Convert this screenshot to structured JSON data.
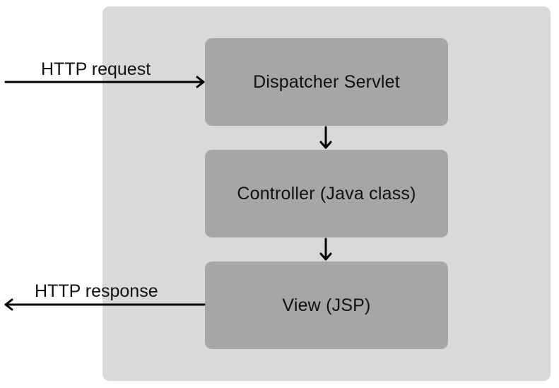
{
  "diagram": {
    "nodes": [
      {
        "id": "dispatcher",
        "label": "Dispatcher Servlet"
      },
      {
        "id": "controller",
        "label": "Controller (Java class)"
      },
      {
        "id": "view",
        "label": "View (JSP)"
      }
    ],
    "edges": [
      {
        "from": "external",
        "to": "dispatcher",
        "label": "HTTP request"
      },
      {
        "from": "dispatcher",
        "to": "controller",
        "label": ""
      },
      {
        "from": "controller",
        "to": "view",
        "label": ""
      },
      {
        "from": "view",
        "to": "external",
        "label": "HTTP response"
      }
    ]
  },
  "colors": {
    "container": "#d9d9d9",
    "box": "#a6a6a6",
    "arrow": "#000000",
    "text": "#111111"
  }
}
